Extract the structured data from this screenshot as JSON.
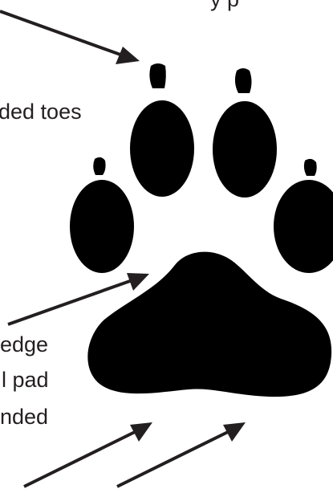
{
  "labels": {
    "top_partial": "y p",
    "toes": "ded toes",
    "edge": "edge",
    "pad": "l pad",
    "rounded": "nded"
  },
  "colors": {
    "ink": "#000000",
    "text": "#231f20",
    "arrow": "#231f20",
    "background": "#ffffff"
  }
}
